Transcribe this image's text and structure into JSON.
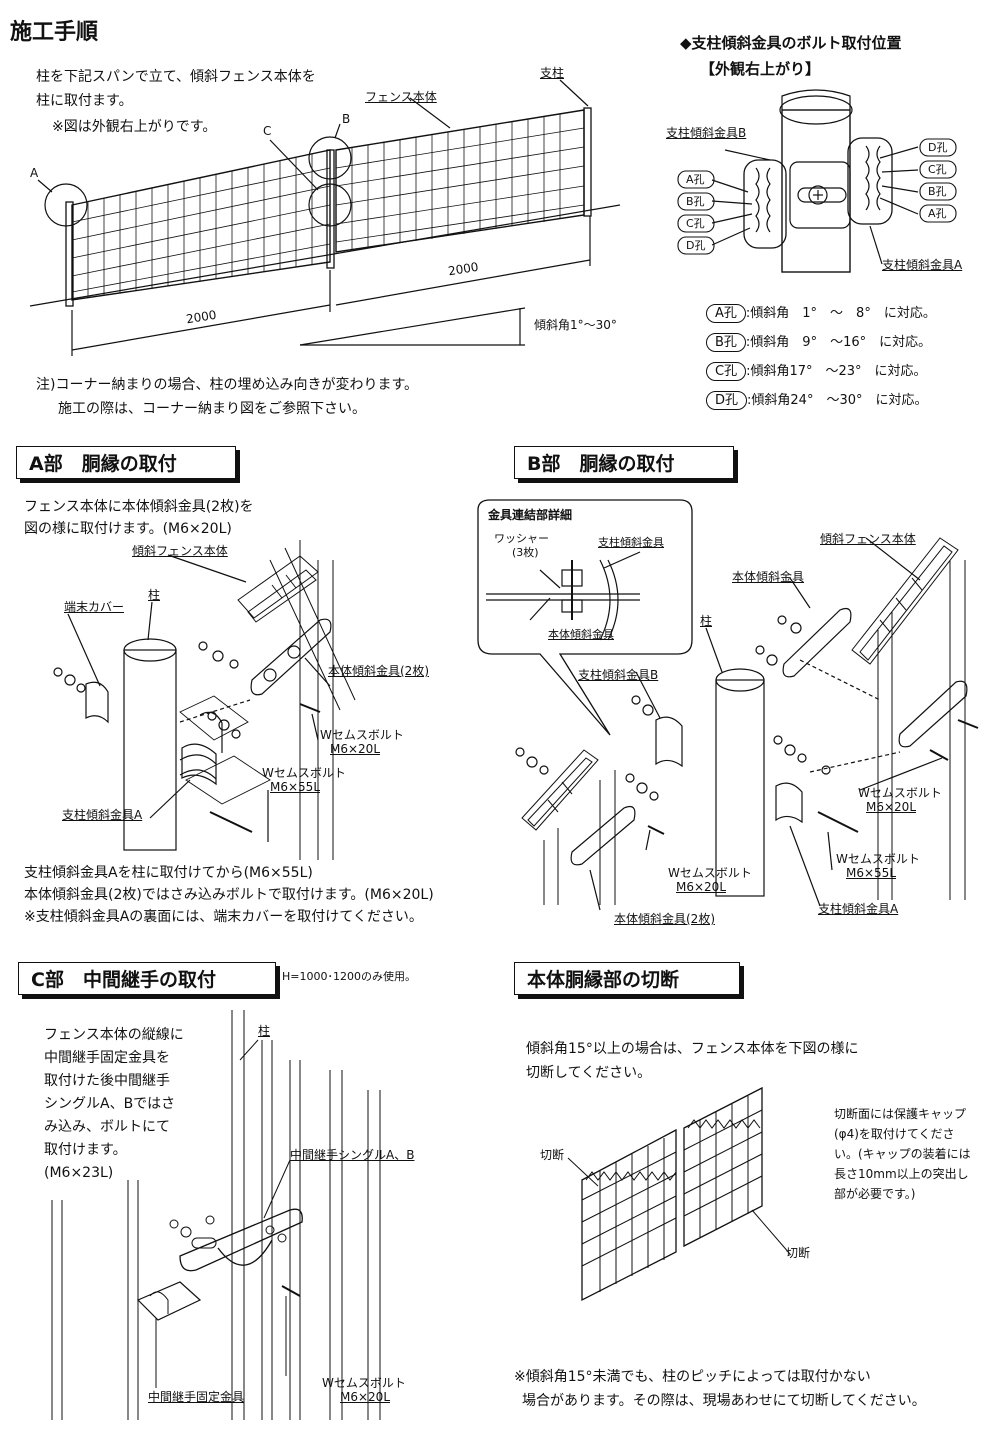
{
  "page_title": "施工手順",
  "intro": {
    "line1": "柱を下記スパンで立て、傾斜フェンス本体を",
    "line2": "柱に取付ます。",
    "line3": "※図は外観右上がりです。"
  },
  "overview": {
    "label_a": "A",
    "label_b": "B",
    "label_c": "C",
    "label_fence": "フェンス本体",
    "label_post": "支柱",
    "span_left": "2000",
    "span_right": "2000",
    "angle": "傾斜角1°～30°"
  },
  "note": {
    "line1": "注)コーナー納まりの場合、柱の埋め込み向きが変わります。",
    "line2": "施工の際は、コーナー納まり図をご参照下さい。"
  },
  "bolt_position": {
    "heading": "◆支柱傾斜金具のボルト取付位置",
    "subheading": "【外観右上がり】",
    "label_bracket_b": "支柱傾斜金具B",
    "label_bracket_a": "支柱傾斜金具A",
    "left_holes": [
      "A孔",
      "B孔",
      "C孔",
      "D孔"
    ],
    "right_holes": [
      "D孔",
      "C孔",
      "B孔",
      "A孔"
    ],
    "legend": [
      {
        "hole": "A孔",
        "text": ":傾斜角　1°　～　8°　に対応。"
      },
      {
        "hole": "B孔",
        "text": ":傾斜角　9°　～16°　に対応。"
      },
      {
        "hole": "C孔",
        "text": ":傾斜角17°　～23°　に対応。"
      },
      {
        "hole": "D孔",
        "text": ":傾斜角24°　～30°　に対応。"
      }
    ]
  },
  "section_a": {
    "title": "A部　胴縁の取付",
    "intro1": "フェンス本体に本体傾斜金具(2枚)を",
    "intro2": "図の様に取付けます。(M6×20L)",
    "label_fence": "傾斜フェンス本体",
    "label_post": "柱",
    "label_cover": "端末カバー",
    "label_body_bracket": "本体傾斜金具(2枚)",
    "label_bolt20_1": "Wセムスボルト",
    "label_bolt20_2": "M6×20L",
    "label_bolt55_1": "Wセムスボルト",
    "label_bolt55_2": "M6×55L",
    "label_bracket_a": "支柱傾斜金具A",
    "footer1": "支柱傾斜金具Aを柱に取付けてから(M6×55L)",
    "footer2": "本体傾斜金具(2枚)ではさみ込みボルトで取付けます。(M6×20L)",
    "footer3": "※支柱傾斜金具Aの裏面には、端末カバーを取付けてください。"
  },
  "section_b": {
    "title": "B部　胴縁の取付",
    "detail_title": "金具連結部詳細",
    "detail_washer1": "ワッシャー",
    "detail_washer2": "(3枚)",
    "detail_post_bracket": "支柱傾斜金具",
    "detail_body_bracket": "本体傾斜金具",
    "label_fence": "傾斜フェンス本体",
    "label_body_bracket_top": "本体傾斜金具",
    "label_post": "柱",
    "label_bracket_b": "支柱傾斜金具B",
    "label_bolt20_1": "Wセムスボルト",
    "label_bolt20_2": "M6×20L",
    "label_bolt20b_1": "Wセムスボルト",
    "label_bolt20b_2": "M6×20L",
    "label_bolt55_1": "Wセムスボルト",
    "label_bolt55_2": "M6×55L",
    "label_body_bracket2": "本体傾斜金具(2枚)",
    "label_bracket_a": "支柱傾斜金具A"
  },
  "section_c": {
    "title": "C部　中間継手の取付",
    "note": "H=1000･1200のみ使用。",
    "text": [
      "フェンス本体の縦線に",
      "中間継手固定金具を",
      "取付けた後中間継手",
      "シングルA、Bではさ",
      "み込み、ボルトにて",
      "取付けます。",
      "(M6×23L)"
    ],
    "label_post": "柱",
    "label_single": "中間継手シングルA、B",
    "label_bolt_1": "Wセムスボルト",
    "label_bolt_2": "M6×20L",
    "label_fixing": "中間継手固定金具"
  },
  "section_cut": {
    "title": "本体胴縁部の切断",
    "intro1": "傾斜角15°以上の場合は、フェンス本体を下図の様に",
    "intro2": "切断してください。",
    "label_cut_left": "切断",
    "label_cut_right": "切断",
    "side_note": [
      "切断面には保護キャップ",
      "(φ4)を取付けてくださ",
      "い。(キャップの装着には",
      "長さ10mm以上の突出し",
      "部が必要です。)"
    ],
    "footer1": "※傾斜角15°未満でも、柱のピッチによっては取付かない",
    "footer2": "場合があります。その際は、現場あわせにて切断してください。"
  }
}
